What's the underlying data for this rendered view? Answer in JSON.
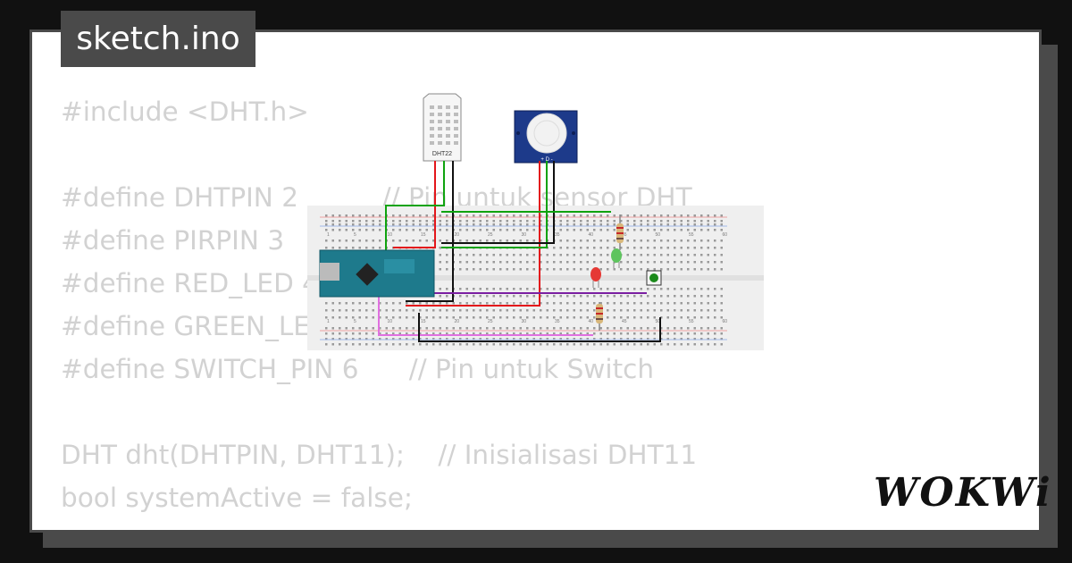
{
  "filename": "sketch.ino",
  "code_lines": [
    "#include <DHT.h>",
    "",
    "#define DHTPIN 2          // Pin untuk sensor DHT",
    "#define PIRPIN 3",
    "#define RED_LED 4",
    "#define GREEN_LE",
    "#define SWITCH_PIN 6      // Pin untuk Switch",
    "",
    "DHT dht(DHTPIN, DHT11);    // Inisialisasi DHT11",
    "bool systemActive = false;"
  ],
  "circuit": {
    "sensor_label": "DHT22",
    "pir_pins_label": "+ D -",
    "breadboard_numbers": [
      "1",
      "5",
      "10",
      "15",
      "20",
      "25",
      "30",
      "35",
      "40",
      "45",
      "50",
      "55",
      "60"
    ],
    "wire_colors": {
      "red": "#e3161b",
      "black": "#111111",
      "green": "#0fa30f",
      "purple": "#7b1fa2",
      "pink": "#e070e0"
    }
  },
  "brand": "WOKWi"
}
